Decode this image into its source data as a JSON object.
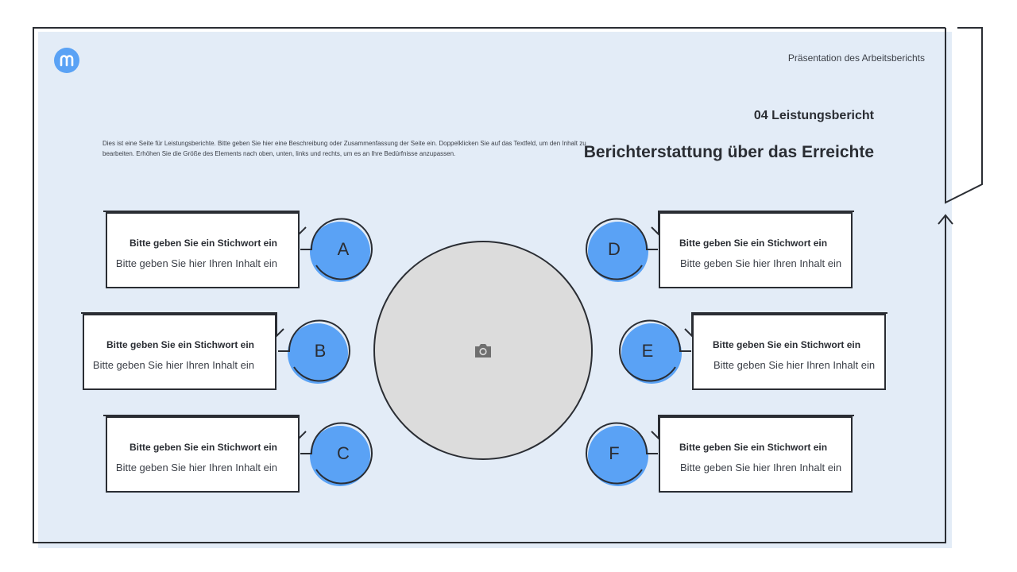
{
  "header": {
    "title": "Präsentation des Arbeitsberichts",
    "logo_icon": "m-logo"
  },
  "section": {
    "title": "04 Leistungsbericht",
    "heading": "Berichterstattung über das Erreichte"
  },
  "description": "Dies ist eine Seite für Leistungsberichte. Bitte geben Sie hier eine Beschreibung oder Zusammenfassung der Seite ein. Doppelklicken Sie auf das Textfeld, um den Inhalt zu bearbeiten. Erhöhen Sie die Größe des Elements nach oben, unten, links und rechts, um es an Ihre Bedürfnisse anzupassen.",
  "items": [
    {
      "letter": "A",
      "keyword": "Bitte geben Sie ein Stichwort ein",
      "content": "Bitte geben Sie hier Ihren Inhalt ein"
    },
    {
      "letter": "B",
      "keyword": "Bitte geben Sie ein Stichwort ein",
      "content": "Bitte geben Sie hier Ihren Inhalt ein"
    },
    {
      "letter": "C",
      "keyword": "Bitte geben Sie ein Stichwort ein",
      "content": "Bitte geben Sie hier Ihren Inhalt ein"
    },
    {
      "letter": "D",
      "keyword": "Bitte geben Sie ein Stichwort ein",
      "content": "Bitte geben Sie hier Ihren Inhalt ein"
    },
    {
      "letter": "E",
      "keyword": "Bitte geben Sie ein Stichwort ein",
      "content": "Bitte geben Sie hier Ihren Inhalt ein"
    },
    {
      "letter": "F",
      "keyword": "Bitte geben Sie ein Stichwort ein",
      "content": "Bitte geben Sie hier Ihren Inhalt ein"
    }
  ],
  "image_placeholder": {
    "icon": "camera-icon"
  },
  "colors": {
    "accent": "#5aa2f5",
    "background": "#e3ecf7",
    "outline": "#2a2d33",
    "placeholder": "#dcdcdc"
  }
}
